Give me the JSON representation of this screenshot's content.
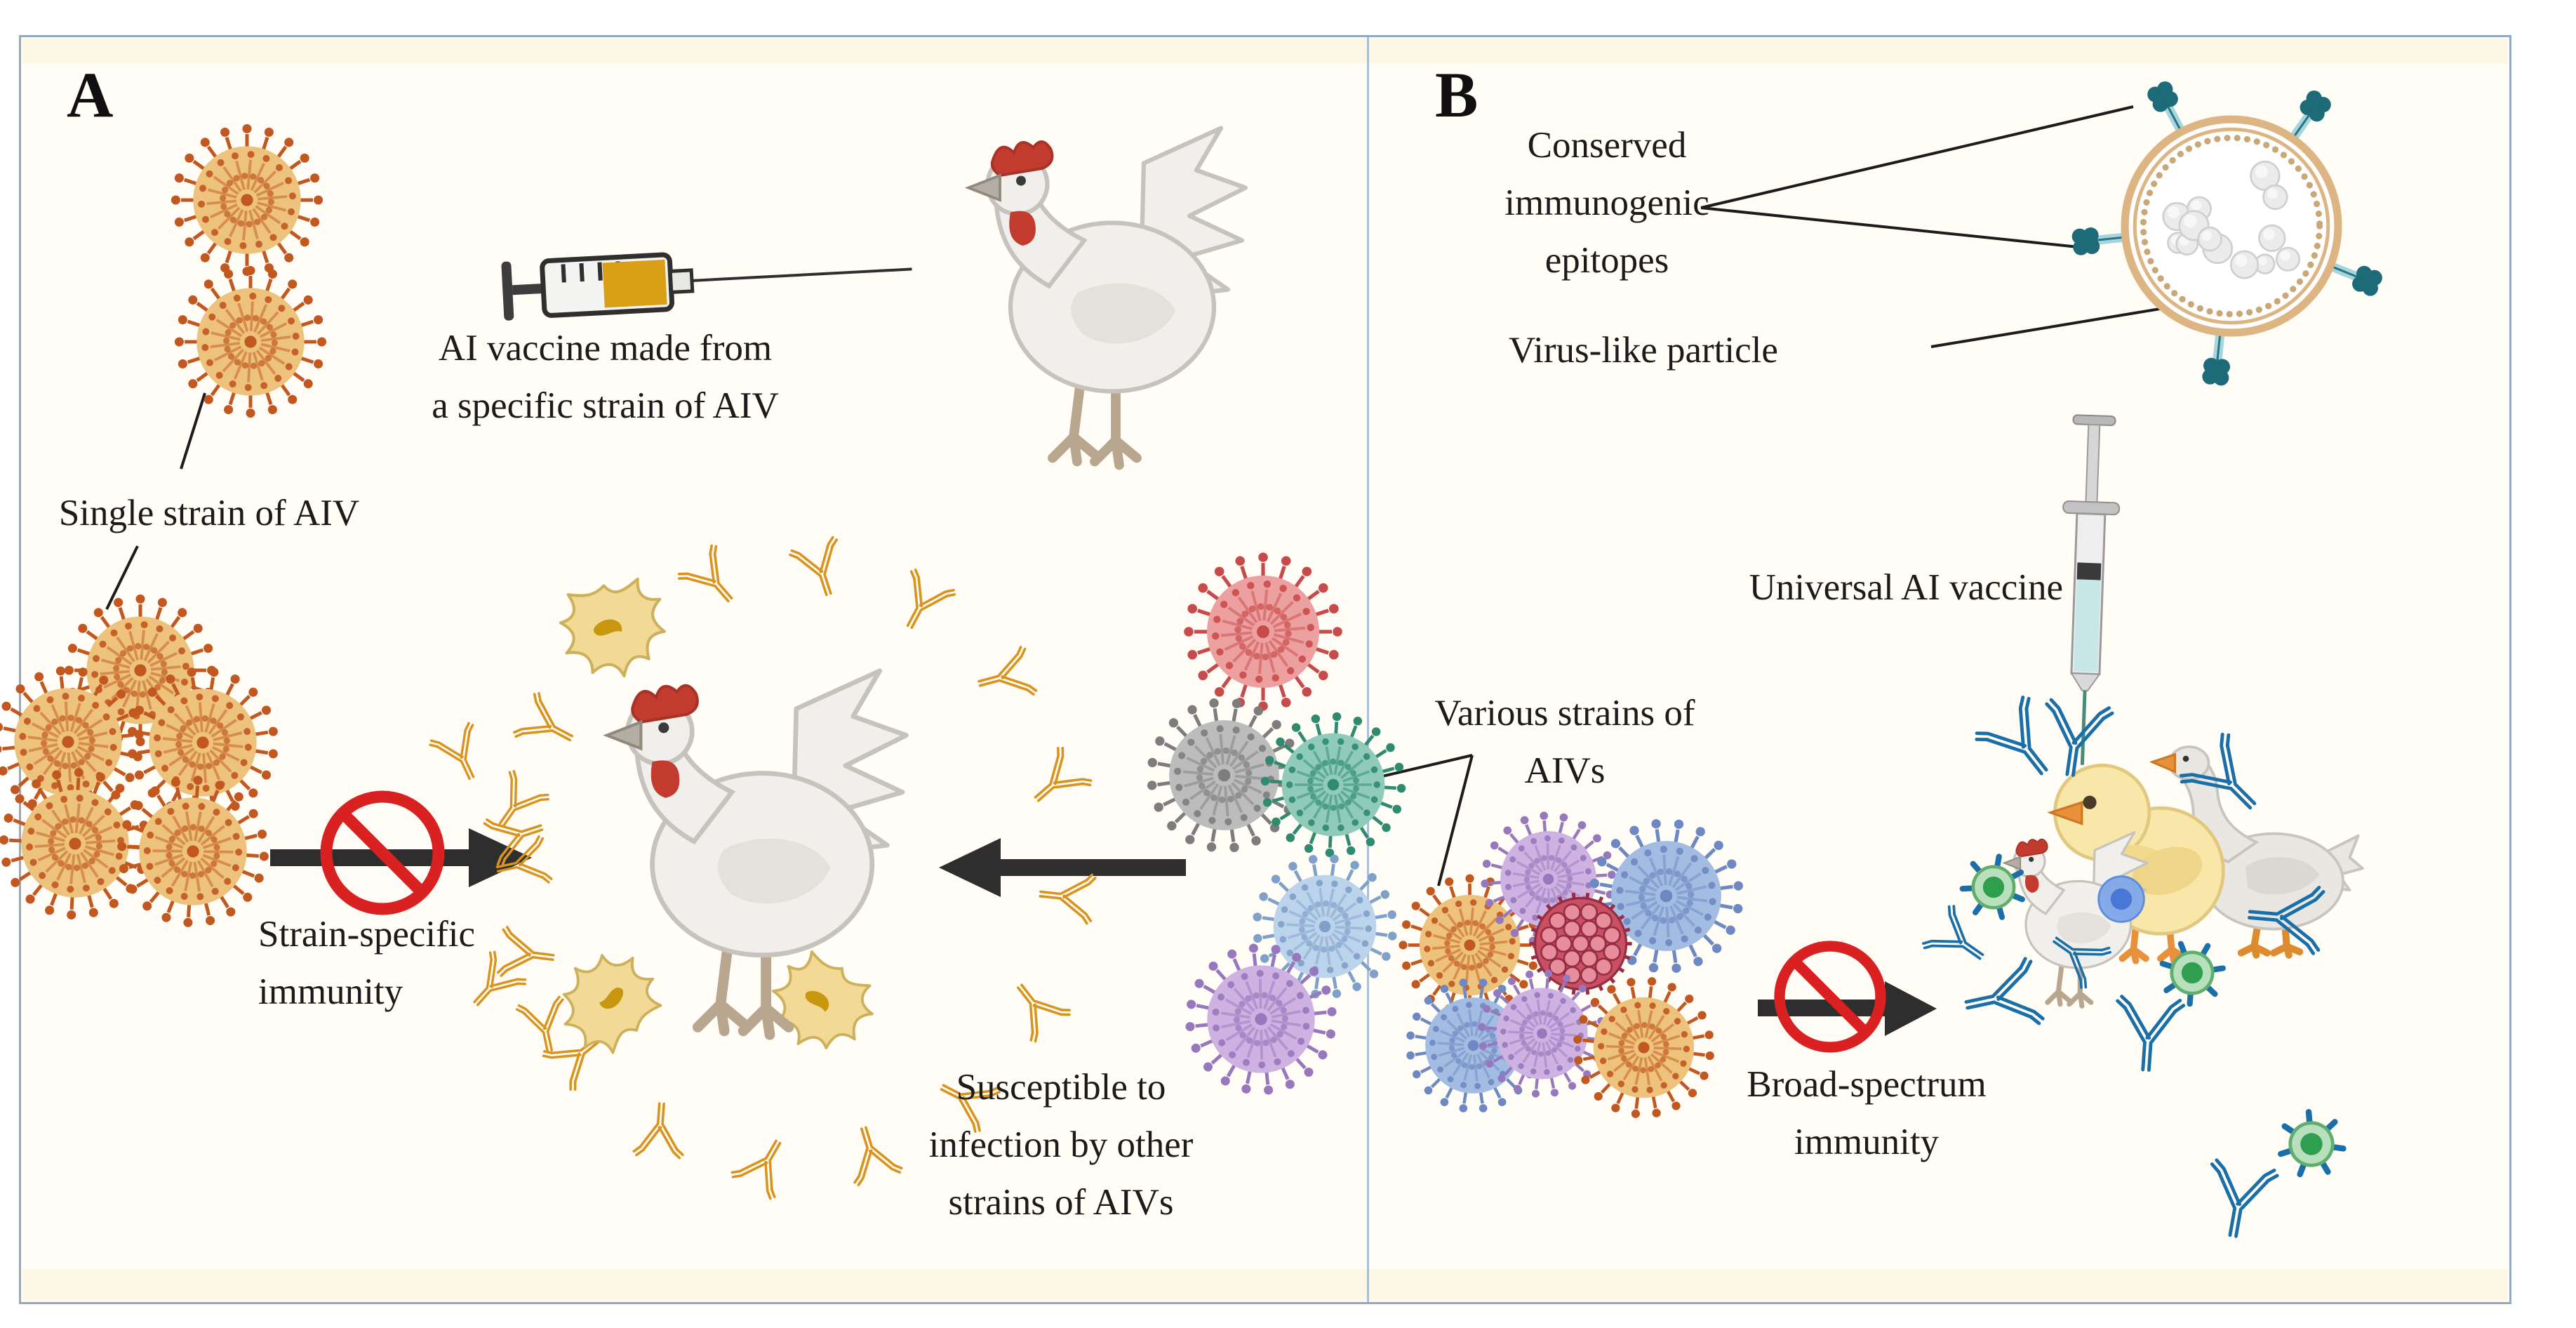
{
  "panelA": {
    "label": "A",
    "single_strain_label": "Single strain of AIV",
    "vaccine_caption": [
      "AI vaccine made from",
      "a specific strain of AIV"
    ],
    "immunity_caption": [
      "Strain-specific",
      "immunity"
    ],
    "susceptible_caption": [
      "Susceptible to",
      "infection by other",
      "strains of AIVs"
    ]
  },
  "panelB": {
    "label": "B",
    "epitope_caption": [
      "Conserved",
      "immunogenic",
      "epitopes"
    ],
    "vlp_label": "Virus-like particle",
    "vaccine_label": "Universal AI vaccine",
    "various_caption": [
      "Various strains of",
      "AIVs"
    ],
    "immunity_caption": [
      "Broad-spectrum",
      "immunity"
    ]
  },
  "colors": {
    "frame_border": "#93a9c4",
    "prohibition_red": "#d92121",
    "arrow_black": "#2e2e2e",
    "orange_virus_body": "#ecc27c",
    "orange_virus_spike": "#c2571f",
    "antibody_orange": "#d8941f",
    "antibody_blue": "#1a6fa8",
    "vlp_membrane": "#ddb582",
    "epitope_teal": "#1d6b78",
    "vaccine_liquid_amber": "#d9a017",
    "vaccine_liquid_blue": "#c6e6e8"
  }
}
